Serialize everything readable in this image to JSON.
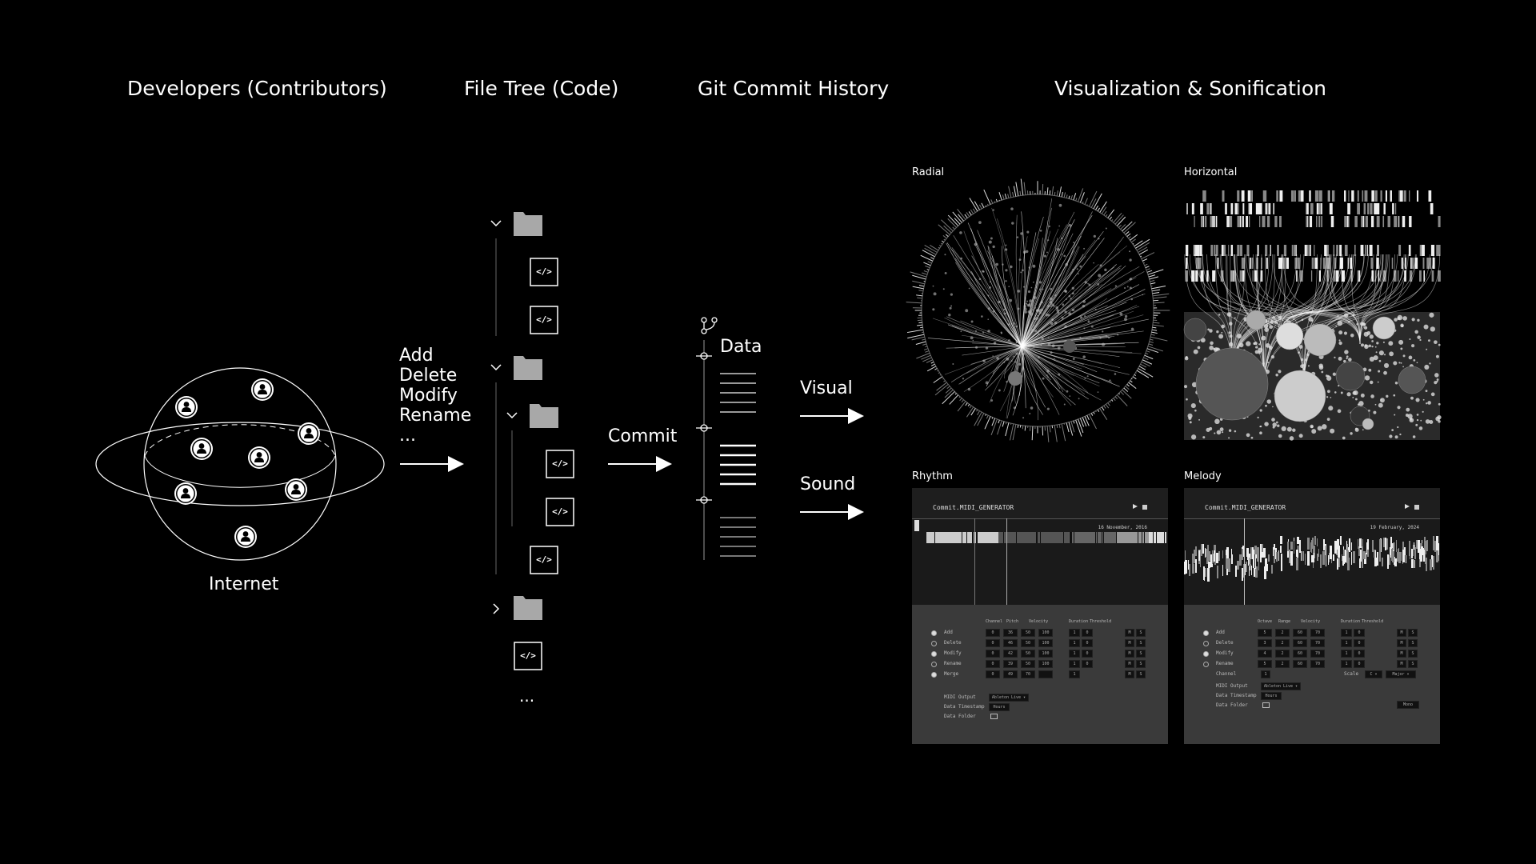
{
  "titles": {
    "developers": "Developers (Contributors)",
    "file_tree": "File Tree (Code)",
    "git_history": "Git Commit History",
    "viz": "Visualization & Sonification"
  },
  "developers": {
    "internet_label": "Internet"
  },
  "actions": {
    "lines": [
      "Add",
      "Delete",
      "Modify",
      "Rename",
      "..."
    ]
  },
  "commit_label": "Commit",
  "data_label": "Data",
  "outputs": {
    "visual": "Visual",
    "sound": "Sound"
  },
  "file_tree": {
    "code_icon": "</>",
    "ellipsis": "..."
  },
  "panels": {
    "radial": "Radial",
    "horizontal": "Horizontal",
    "rhythm": "Rhythm",
    "melody": "Melody"
  },
  "rhythm_panel": {
    "app_title": "Commit.MIDI_GENERATOR",
    "date": "16 November, 2016",
    "headers": [
      "Channel",
      "Pitch",
      "Velocity",
      "Duration",
      "Threshold"
    ],
    "rows": [
      {
        "label": "Add",
        "vals": [
          "0",
          "36",
          "50",
          "100"
        ],
        "dur": [
          "1",
          "0"
        ],
        "nm": [
          "M",
          "S"
        ]
      },
      {
        "label": "Delete",
        "vals": [
          "0",
          "46",
          "50",
          "100"
        ],
        "dur": [
          "1",
          "0"
        ],
        "nm": [
          "M",
          "S"
        ]
      },
      {
        "label": "Modify",
        "vals": [
          "0",
          "42",
          "50",
          "100"
        ],
        "dur": [
          "1",
          "0"
        ],
        "nm": [
          "M",
          "S"
        ]
      },
      {
        "label": "Rename",
        "vals": [
          "0",
          "39",
          "50",
          "100"
        ],
        "dur": [
          "1",
          "0"
        ],
        "nm": [
          "M",
          "S"
        ]
      },
      {
        "label": "Merge",
        "vals": [
          "0",
          "49",
          "70",
          ""
        ],
        "dur": [
          "1",
          ""
        ],
        "nm": [
          "M",
          "S"
        ]
      }
    ],
    "midi_output_label": "MIDI Output",
    "midi_output_value": "Ableton Live ▾",
    "timestamp_label": "Data Timestamp",
    "timestamp_value": "Hours",
    "folder_label": "Data Folder"
  },
  "melody_panel": {
    "app_title": "Commit.MIDI_GENERATOR",
    "date": "19 February, 2024",
    "headers": [
      "Octave",
      "Range",
      "Velocity",
      "Duration",
      "Threshold"
    ],
    "rows": [
      {
        "label": "Add",
        "vals": [
          "5",
          "2",
          "60",
          "70"
        ],
        "dur": [
          "1",
          "0"
        ],
        "nm": [
          "M",
          "S"
        ]
      },
      {
        "label": "Delete",
        "vals": [
          "3",
          "2",
          "60",
          "70"
        ],
        "dur": [
          "1",
          "0"
        ],
        "nm": [
          "M",
          "S"
        ]
      },
      {
        "label": "Modify",
        "vals": [
          "4",
          "2",
          "60",
          "70"
        ],
        "dur": [
          "1",
          "0"
        ],
        "nm": [
          "M",
          "S"
        ]
      },
      {
        "label": "Rename",
        "vals": [
          "5",
          "2",
          "60",
          "70"
        ],
        "dur": [
          "1",
          "0"
        ],
        "nm": [
          "M",
          "S"
        ]
      }
    ],
    "channel_label": "Channel",
    "channel_value": "1",
    "scale_label": "Scale",
    "scale_value": "C ▾",
    "mode_value": "Major ▾",
    "midi_output_label": "MIDI Output",
    "midi_output_value": "Ableton Live ▾",
    "timestamp_label": "Data Timestamp",
    "timestamp_value": "Hours",
    "folder_label": "Data Folder",
    "button_label": "Mono"
  },
  "colors": {
    "background": "#000000",
    "line": "#ffffff",
    "folder": "#a8a8a8",
    "panel": "#3a3a3a"
  }
}
